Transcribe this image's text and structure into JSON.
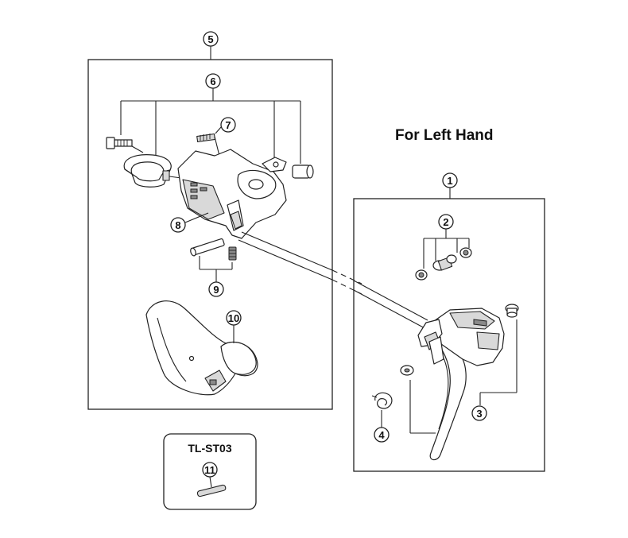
{
  "heading": "For Left Hand",
  "tool_box": {
    "title": "TL-ST03"
  },
  "callouts": {
    "c1": "1",
    "c2": "2",
    "c3": "3",
    "c4": "4",
    "c5": "5",
    "c6": "6",
    "c7": "7",
    "c8": "8",
    "c9": "9",
    "c10": "10",
    "c11": "11"
  }
}
